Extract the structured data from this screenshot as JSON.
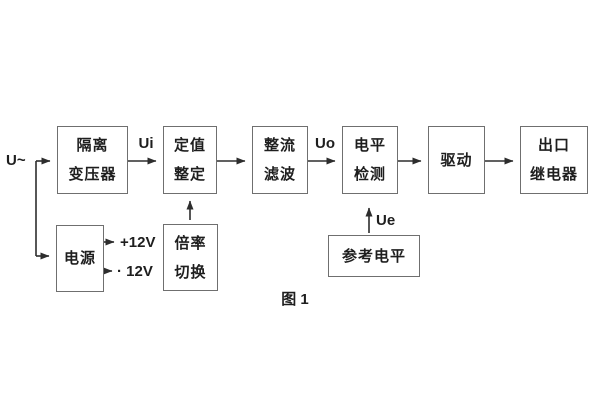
{
  "figure": {
    "caption": "图 1",
    "colors": {
      "background": "#ffffff",
      "box_border": "#6f6f6f",
      "wire": "#2d2d2d",
      "text": "#1e1e1e"
    }
  },
  "signals": {
    "input": "U~",
    "after_transformer": "Ui",
    "after_filter": "Uo",
    "reference": "Ue",
    "rail_positive": "+12V",
    "rail_negative": "· 12V"
  },
  "blocks": {
    "isolation_transformer": {
      "lines": [
        "隔离",
        "变压器"
      ]
    },
    "setting": {
      "lines": [
        "定值",
        "整定"
      ]
    },
    "rectifier_filter": {
      "lines": [
        "整流",
        "滤波"
      ]
    },
    "level_detection": {
      "lines": [
        "电平",
        "检测"
      ]
    },
    "drive": {
      "lines": [
        "驱动"
      ]
    },
    "output_relay": {
      "lines": [
        "出口",
        "继电器"
      ]
    },
    "power_supply": {
      "lines": [
        "电源"
      ]
    },
    "ratio_switch": {
      "lines": [
        "倍率",
        "切换"
      ]
    },
    "reference_level": {
      "lines": [
        "参考电平"
      ]
    }
  }
}
